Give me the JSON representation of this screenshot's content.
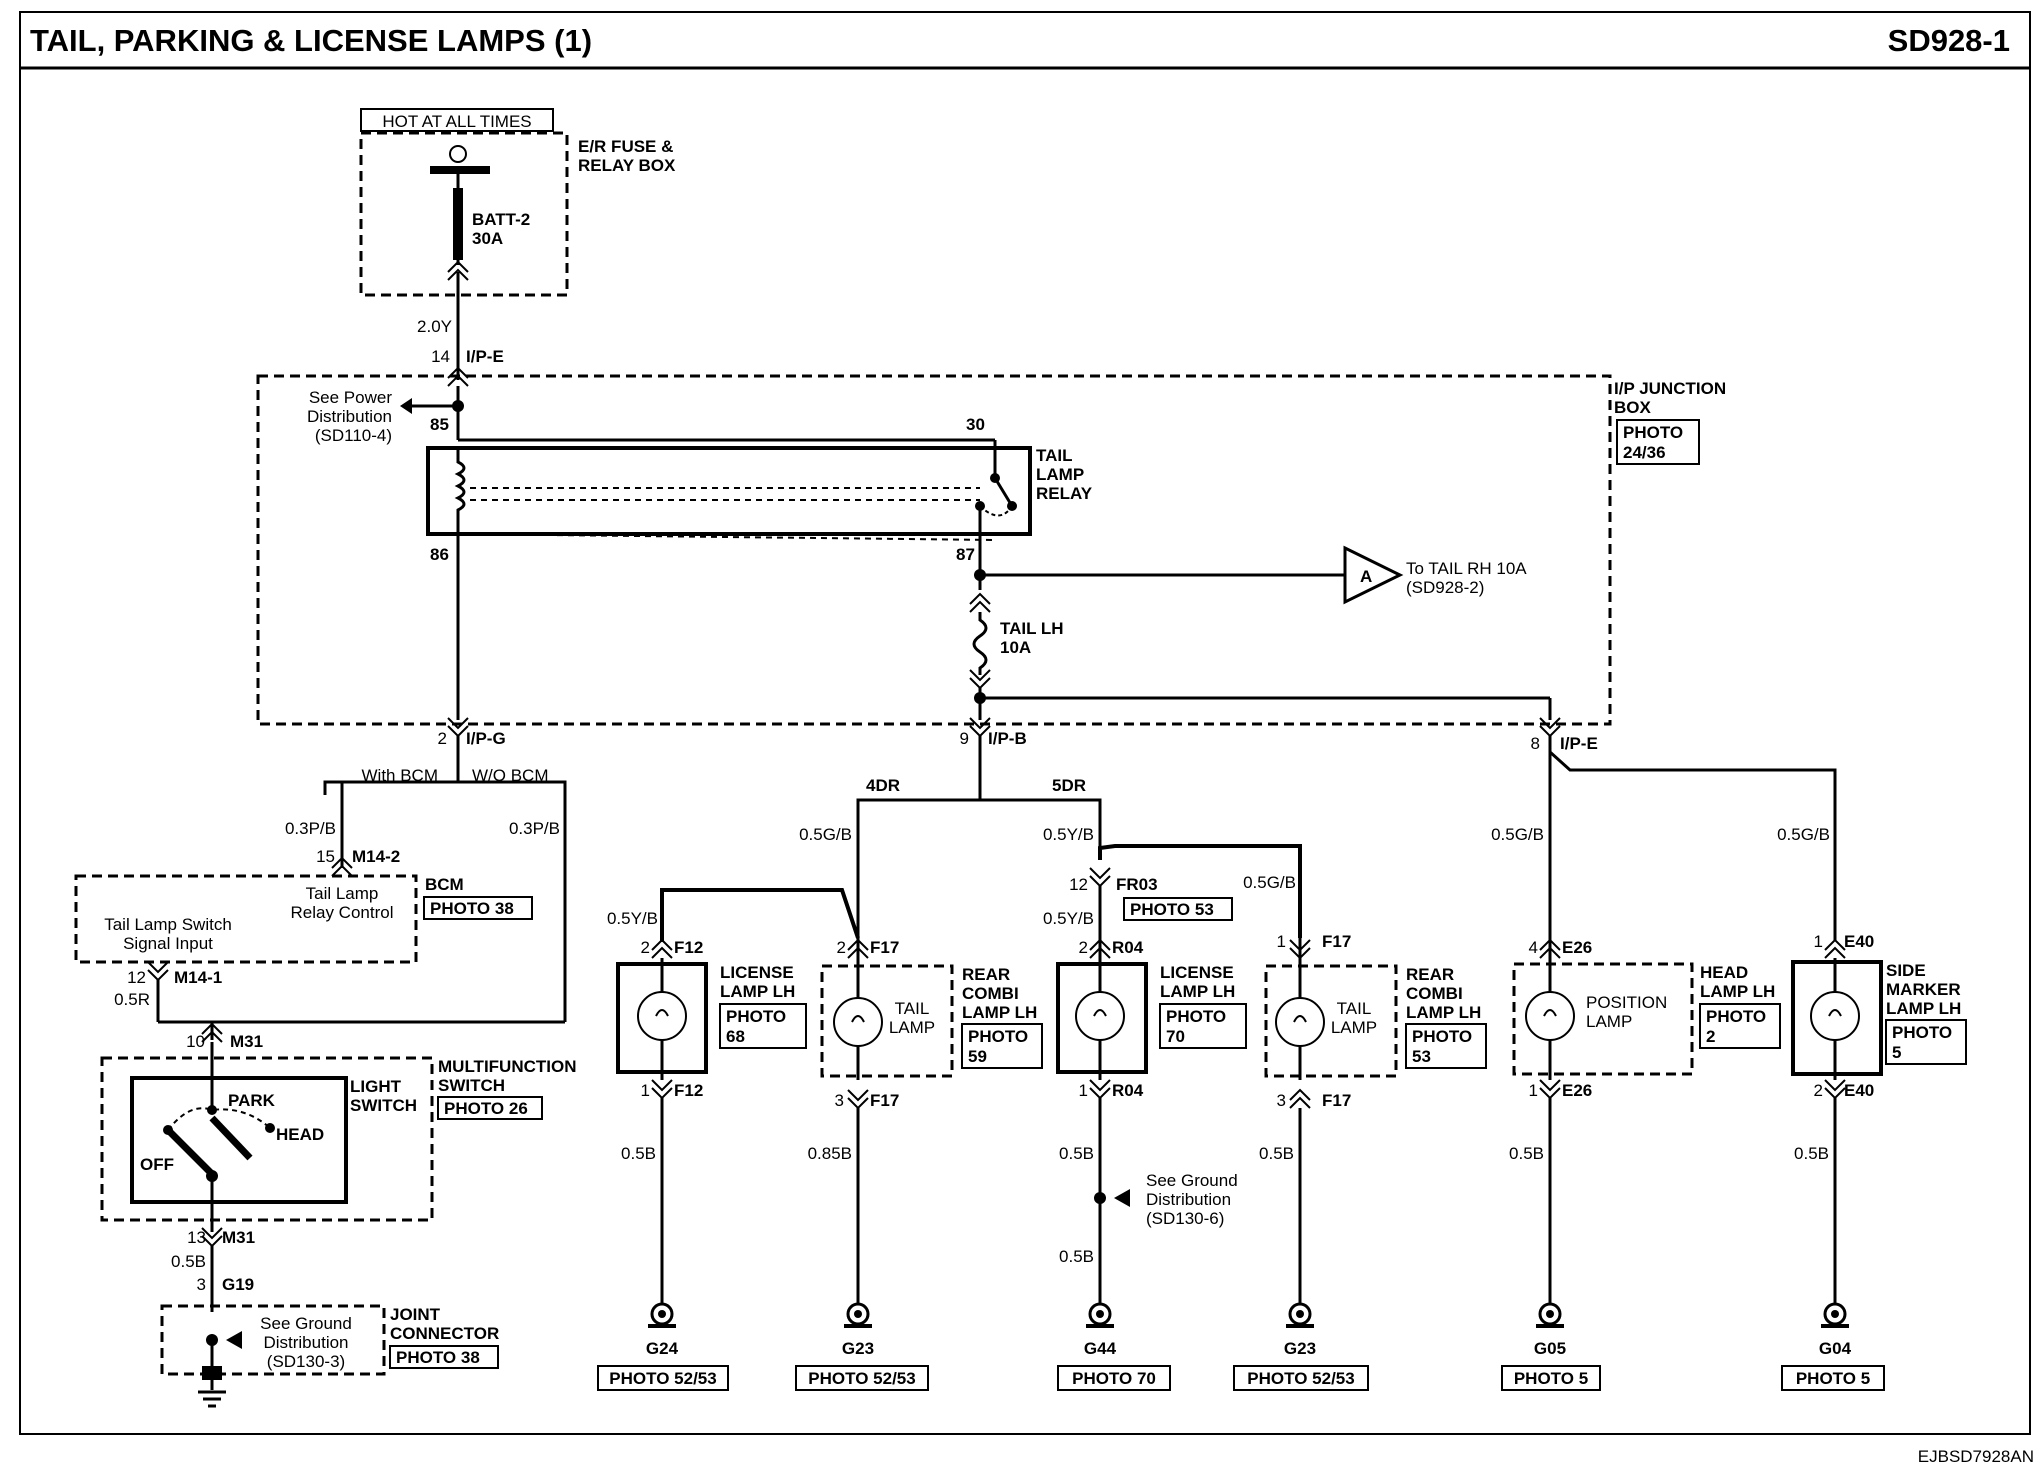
{
  "header": {
    "title": "TAIL, PARKING & LICENSE LAMPS (1)",
    "code": "SD928-1"
  },
  "footer": {
    "ref": "EJBSD7928AN"
  },
  "power": {
    "hot": "HOT AT ALL TIMES",
    "box_line1": "E/R FUSE &",
    "box_line2": "RELAY BOX",
    "fuse_line1": "BATT-2",
    "fuse_line2": "30A",
    "wire": "2.0Y",
    "pin": "14",
    "conn": "I/P-E"
  },
  "junction": {
    "line1": "I/P JUNCTION",
    "line2": "BOX",
    "photo1": "PHOTO",
    "photo2": "24/36",
    "see_line1": "See Power",
    "see_line2": "Distribution",
    "see_line3": "(SD110-4)",
    "relay_line1": "TAIL",
    "relay_line2": "LAMP",
    "relay_line3": "RELAY",
    "t85": "85",
    "t30": "30",
    "t86": "86",
    "t87": "87",
    "conn_a": "A",
    "to_line1": "To TAIL RH 10A",
    "to_line2": "(SD928-2)",
    "fuse_line1": "TAIL LH",
    "fuse_line2": "10A",
    "out_left_pin": "2",
    "out_left_conn": "I/P-G",
    "out_mid_pin": "9",
    "out_mid_conn": "I/P-B",
    "out_right_pin": "8",
    "out_right_conn": "I/P-E"
  },
  "left": {
    "with_bcm": "With BCM",
    "wo_bcm": "W/O BCM",
    "wire_a": "0.3P/B",
    "wire_b": "0.3P/B",
    "m142_pin": "15",
    "m142": "M14-2",
    "bcm": "BCM",
    "bcm_photo": "PHOTO 38",
    "relay_ctrl1": "Tail Lamp",
    "relay_ctrl2": "Relay Control",
    "sig1": "Tail Lamp Switch",
    "sig2": "Signal Input",
    "m141_pin": "12",
    "m141": "M14-1",
    "wire_c": "0.5R",
    "m31_pin_top": "10",
    "m31_top": "M31",
    "mf1": "MULTIFUNCTION",
    "mf2": "SWITCH",
    "mf_photo": "PHOTO 26",
    "ls1": "LIGHT",
    "ls2": "SWITCH",
    "park": "PARK",
    "head": "HEAD",
    "off": "OFF",
    "m31_pin_bot": "13",
    "m31_bot": "M31",
    "wire_d": "0.5B",
    "g19_pin": "3",
    "g19": "G19",
    "gnd1": "See Ground",
    "gnd2": "Distribution",
    "gnd3": "(SD130-3)",
    "jc1": "JOINT",
    "jc2": "CONNECTOR",
    "jc_photo": "PHOTO 38"
  },
  "branch": {
    "dr4": "4DR",
    "dr5": "5DR"
  },
  "loads": {
    "c1": {
      "wire_in_a": "0.5G/B",
      "wire_in_b": "0.5Y/B",
      "pin_top": "2",
      "conn_top": "F12",
      "name1": "LICENSE",
      "name2": "LAMP LH",
      "photo1": "PHOTO",
      "photo2": "68",
      "pin_bot": "1",
      "conn_bot": "F12",
      "wire_out": "0.5B",
      "ground": "G24",
      "photo": "PHOTO 52/53"
    },
    "c2": {
      "pin_top": "2",
      "conn_top": "F17",
      "inner1": "TAIL",
      "inner2": "LAMP",
      "name1": "REAR",
      "name2": "COMBI",
      "name3": "LAMP LH",
      "photo1": "PHOTO",
      "photo2": "59",
      "pin_bot": "3",
      "conn_bot": "F17",
      "wire_out": "0.85B",
      "ground": "G23",
      "photo": "PHOTO 52/53"
    },
    "c3": {
      "wire_in_a": "0.5Y/B",
      "wire_in_b": "0.5Y/B",
      "fr_pin": "12",
      "fr_conn": "FR03",
      "fr_photo": "PHOTO 53",
      "pin_top": "2",
      "conn_top": "R04",
      "name1": "LICENSE",
      "name2": "LAMP LH",
      "photo1": "PHOTO",
      "photo2": "70",
      "pin_bot": "1",
      "conn_bot": "R04",
      "wire_out": "0.5B",
      "see1": "See Ground",
      "see2": "Distribution",
      "see3": "(SD130-6)",
      "wire_out2": "0.5B",
      "ground": "G44",
      "photo": "PHOTO 70"
    },
    "c4": {
      "wire_in": "0.5G/B",
      "pin_top": "1",
      "conn_top": "F17",
      "inner1": "TAIL",
      "inner2": "LAMP",
      "name1": "REAR",
      "name2": "COMBI",
      "name3": "LAMP LH",
      "photo1": "PHOTO",
      "photo2": "53",
      "pin_bot": "3",
      "conn_bot": "F17",
      "wire_out": "0.5B",
      "ground": "G23",
      "photo": "PHOTO 52/53"
    },
    "c5": {
      "wire_in": "0.5G/B",
      "pin_top": "4",
      "conn_top": "E26",
      "inner1": "POSITION",
      "inner2": "LAMP",
      "name1": "HEAD",
      "name2": "LAMP LH",
      "photo1": "PHOTO",
      "photo2": "2",
      "pin_bot": "1",
      "conn_bot": "E26",
      "wire_out": "0.5B",
      "ground": "G05",
      "photo": "PHOTO 5"
    },
    "c6": {
      "wire_in": "0.5G/B",
      "pin_top": "1",
      "conn_top": "E40",
      "name1": "SIDE",
      "name2": "MARKER",
      "name3": "LAMP LH",
      "photo1": "PHOTO",
      "photo2": "5",
      "pin_bot": "2",
      "conn_bot": "E40",
      "wire_out": "0.5B",
      "ground": "G04",
      "photo": "PHOTO 5"
    }
  }
}
